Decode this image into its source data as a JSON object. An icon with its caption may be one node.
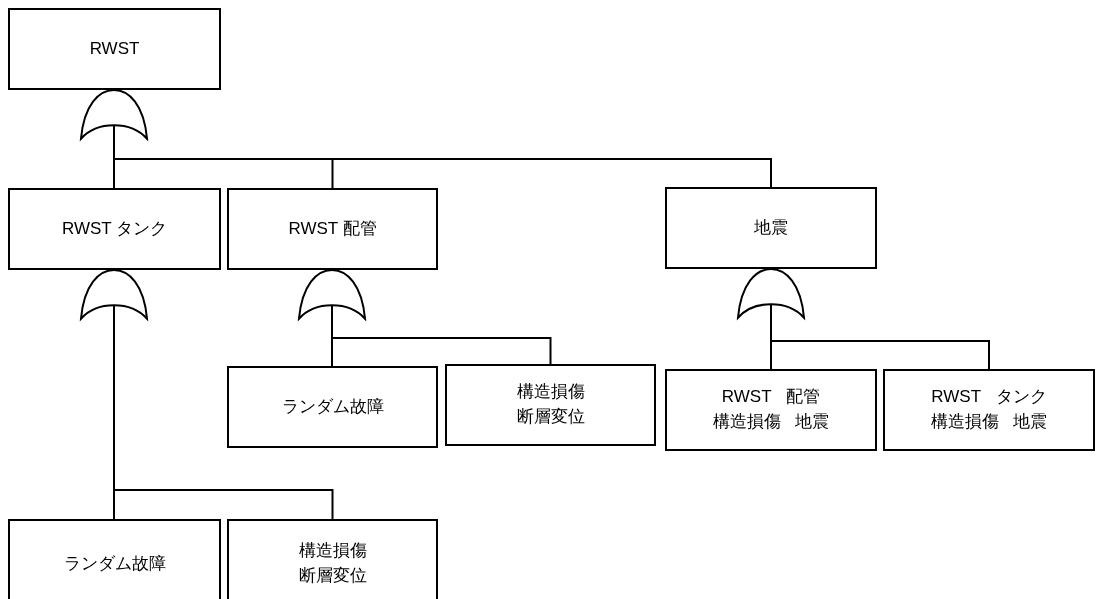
{
  "diagram": {
    "nodes": [
      {
        "text": [
          "RWST"
        ]
      },
      {
        "text": [],
        "shape": "gate"
      },
      {
        "text": [
          "RWST タンク"
        ]
      },
      {
        "text": [
          "RWST 配管"
        ]
      },
      {
        "text": [
          "地震"
        ]
      },
      {
        "text": [],
        "shape": "gate"
      },
      {
        "text": [],
        "shape": "gate"
      },
      {
        "text": [],
        "shape": "gate"
      },
      {
        "text": [
          "ランダム故障"
        ]
      },
      {
        "text": [
          "構造損傷断層変位"
        ]
      },
      {
        "text": [
          "RWST 配管",
          "構造損傷 地震"
        ]
      },
      {
        "text": [
          "RWST タンク",
          "構造損傷 地震"
        ]
      },
      {
        "text": [
          "ランダム故障"
        ]
      },
      {
        "text": [
          "構造損傷断層変位"
        ]
      }
    ],
    "edges": [
      {
        "from": 1,
        "to": 2,
        "arrow": "none"
      },
      {
        "from": 1,
        "to": 3,
        "arrow": "none"
      },
      {
        "from": 1,
        "to": 4,
        "arrow": "none"
      },
      {
        "from": 5,
        "to": 12,
        "arrow": "none"
      },
      {
        "from": 5,
        "to": 13,
        "arrow": "none"
      },
      {
        "from": 6,
        "to": 8,
        "arrow": "none"
      },
      {
        "from": 6,
        "to": 9,
        "arrow": "none"
      },
      {
        "from": 7,
        "to": 10,
        "arrow": "none"
      },
      {
        "from": 7,
        "to": 11,
        "arrow": "none"
      }
    ]
  }
}
